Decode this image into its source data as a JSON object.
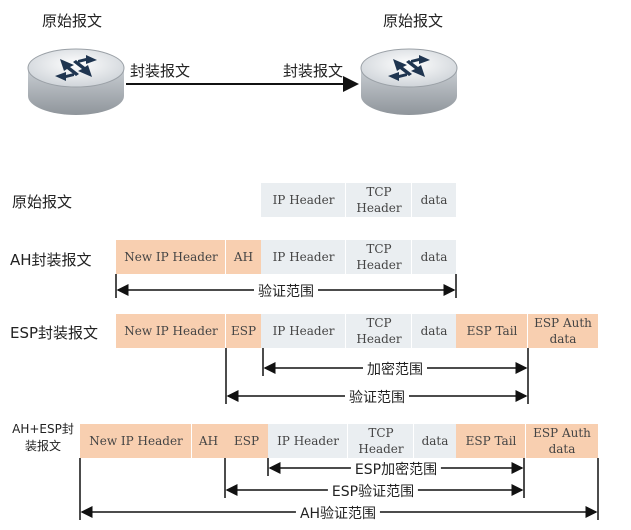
{
  "top": {
    "left_router_label": "原始报文",
    "right_router_label": "原始报文",
    "link_label_left": "封装报文",
    "link_label_right": "封装报文"
  },
  "rows": [
    {
      "label": "原始报文",
      "cells": [
        {
          "text": "IP Header",
          "color": "grey"
        },
        {
          "text": "TCP\nHeader",
          "color": "grey"
        },
        {
          "text": "data",
          "color": "grey"
        }
      ]
    },
    {
      "label": "AH封装报文",
      "cells": [
        {
          "text": "New IP Header",
          "color": "orange"
        },
        {
          "text": "AH",
          "color": "orange"
        },
        {
          "text": "IP Header",
          "color": "grey"
        },
        {
          "text": "TCP\nHeader",
          "color": "grey"
        },
        {
          "text": "data",
          "color": "grey"
        }
      ],
      "ranges": [
        {
          "label": "验证范围"
        }
      ]
    },
    {
      "label": "ESP封装报文",
      "cells": [
        {
          "text": "New IP Header",
          "color": "orange"
        },
        {
          "text": "ESP",
          "color": "orange"
        },
        {
          "text": "IP Header",
          "color": "grey"
        },
        {
          "text": "TCP\nHeader",
          "color": "grey"
        },
        {
          "text": "data",
          "color": "grey"
        },
        {
          "text": "ESP Tail",
          "color": "orange"
        },
        {
          "text": "ESP Auth\ndata",
          "color": "orange"
        }
      ],
      "ranges": [
        {
          "label": "加密范围"
        },
        {
          "label": "验证范围"
        }
      ]
    },
    {
      "label_line1": "AH+ESP封",
      "label_line2": "装报文",
      "cells": [
        {
          "text": "New IP Header",
          "color": "orange"
        },
        {
          "text": "AH",
          "color": "orange"
        },
        {
          "text": "ESP",
          "color": "orange"
        },
        {
          "text": "IP Header",
          "color": "grey"
        },
        {
          "text": "TCP\nHeader",
          "color": "grey"
        },
        {
          "text": "data",
          "color": "grey"
        },
        {
          "text": "ESP Tail",
          "color": "orange"
        },
        {
          "text": "ESP Auth\ndata",
          "color": "orange"
        }
      ],
      "ranges": [
        {
          "label": "ESP加密范围"
        },
        {
          "label": "ESP验证范围"
        },
        {
          "label": "AH验证范围"
        }
      ]
    }
  ],
  "colors": {
    "grey": "#eaeef1",
    "orange": "#f8cfb0",
    "router_top": "#e6e9ec",
    "router_side": "#b8bdc2",
    "arrow_icon": "#1f3550"
  }
}
